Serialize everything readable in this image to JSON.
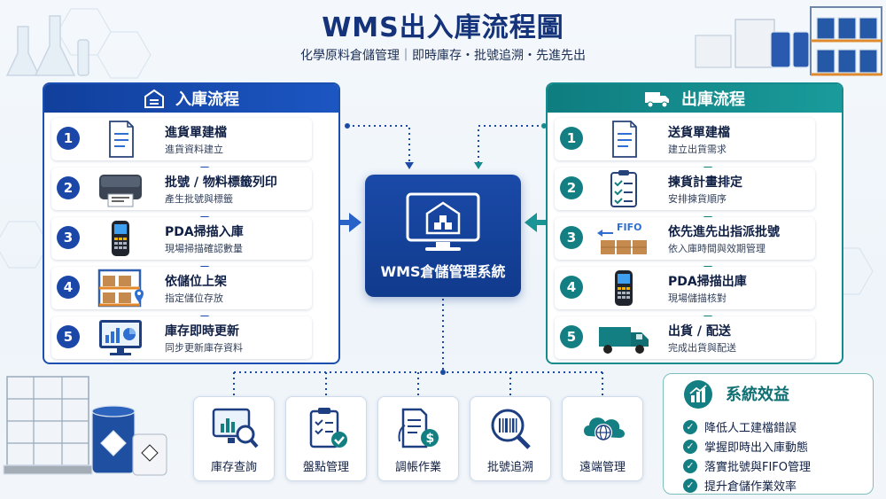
{
  "header": {
    "title": "WMS出入庫流程圖",
    "subtitle": "化學原料倉儲管理｜即時庫存・批號追溯・先進先出"
  },
  "inbound": {
    "title": "入庫流程",
    "steps": [
      {
        "num": "1",
        "title": "進貨單建檔",
        "sub": "進貨資料建立",
        "icon": "document-icon"
      },
      {
        "num": "2",
        "title": "批號 / 物料標籤列印",
        "sub": "產生批號與標籤",
        "icon": "label-printer-icon"
      },
      {
        "num": "3",
        "title": "PDA掃描入庫",
        "sub": "現場掃描確認數量",
        "icon": "pda-scanner-icon"
      },
      {
        "num": "4",
        "title": "依儲位上架",
        "sub": "指定儲位存放",
        "icon": "shelf-location-icon"
      },
      {
        "num": "5",
        "title": "庫存即時更新",
        "sub": "同步更新庫存資料",
        "icon": "dashboard-monitor-icon"
      }
    ]
  },
  "outbound": {
    "title": "出庫流程",
    "fifo_label": "FIFO",
    "steps": [
      {
        "num": "1",
        "title": "送貨單建檔",
        "sub": "建立出貨需求",
        "icon": "document-icon"
      },
      {
        "num": "2",
        "title": "揀貨計畫排定",
        "sub": "安排揀貨順序",
        "icon": "clipboard-checklist-icon"
      },
      {
        "num": "3",
        "title": "依先進先出指派批號",
        "sub": "依入庫時間與效期管理",
        "icon": "fifo-boxes-icon"
      },
      {
        "num": "4",
        "title": "PDA掃描出庫",
        "sub": "現場儲描核對",
        "icon": "pda-scanner-icon"
      },
      {
        "num": "5",
        "title": "出貨 / 配送",
        "sub": "完成出貨與配送",
        "icon": "delivery-truck-icon"
      }
    ]
  },
  "center": {
    "label": "WMS倉儲管理系統"
  },
  "modules": [
    {
      "label": "庫存查詢",
      "icon": "inventory-search-icon"
    },
    {
      "label": "盤點管理",
      "icon": "stocktake-clipboard-icon"
    },
    {
      "label": "調帳作業",
      "icon": "adjustment-document-icon"
    },
    {
      "label": "批號追溯",
      "icon": "barcode-trace-icon"
    },
    {
      "label": "遠端管理",
      "icon": "cloud-remote-icon"
    }
  ],
  "benefits": {
    "title": "系統效益",
    "items": [
      "降低人工建檔錯誤",
      "掌握即時出入庫動態",
      "落實批號與FIFO管理",
      "提升倉儲作業效率"
    ]
  },
  "colors": {
    "inbound": "#1b4fb0",
    "outbound": "#168b8d",
    "center": "#103a8c",
    "title": "#14337a"
  }
}
